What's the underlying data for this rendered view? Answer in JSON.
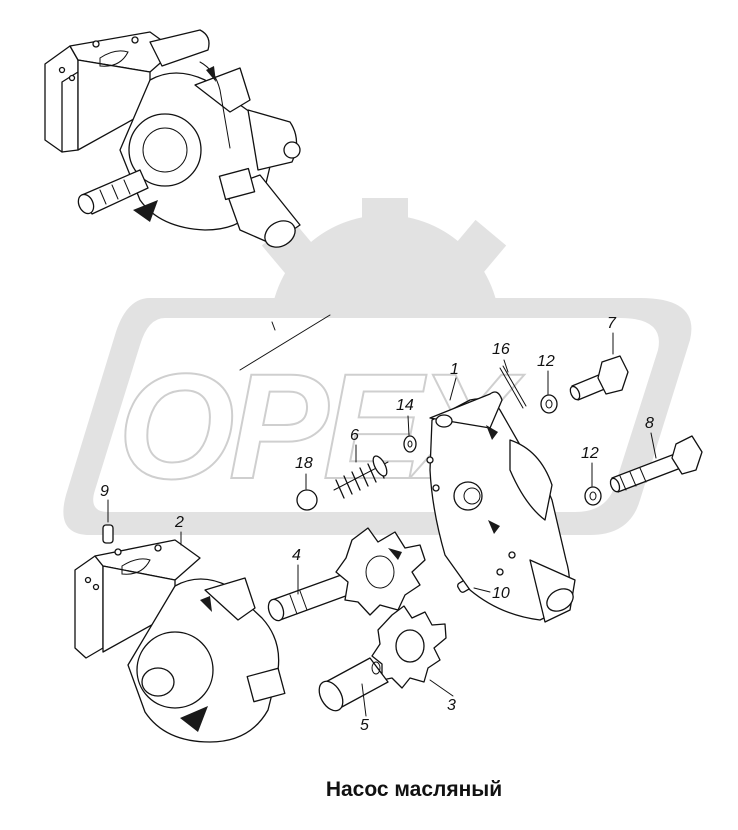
{
  "title": "Насос масляный",
  "watermark": "OPEX",
  "callouts": [
    {
      "id": "callout-1",
      "text": "1"
    },
    {
      "id": "callout-2",
      "text": "2"
    },
    {
      "id": "callout-3",
      "text": "3"
    },
    {
      "id": "callout-4",
      "text": "4"
    },
    {
      "id": "callout-5",
      "text": "5"
    },
    {
      "id": "callout-6",
      "text": "6"
    },
    {
      "id": "callout-7",
      "text": "7"
    },
    {
      "id": "callout-8",
      "text": "8"
    },
    {
      "id": "callout-9",
      "text": "9"
    },
    {
      "id": "callout-10",
      "text": "10"
    },
    {
      "id": "callout-12a",
      "text": "12"
    },
    {
      "id": "callout-12b",
      "text": "12"
    },
    {
      "id": "callout-14",
      "text": "14"
    },
    {
      "id": "callout-16",
      "text": "16"
    },
    {
      "id": "callout-18",
      "text": "18"
    }
  ]
}
